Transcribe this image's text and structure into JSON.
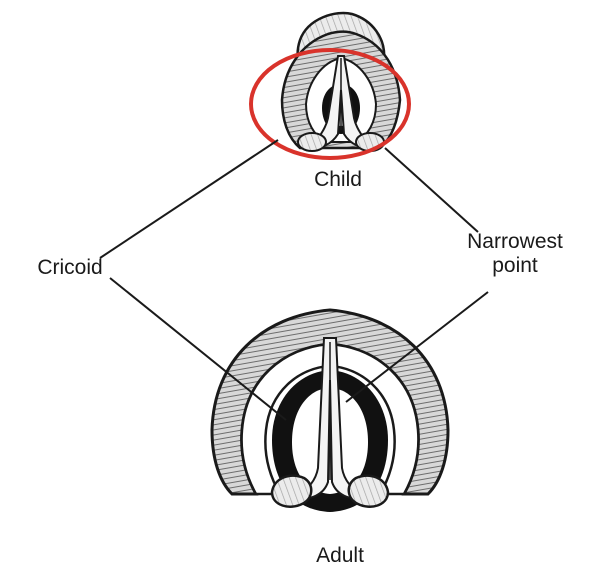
{
  "labels": {
    "child": "Child",
    "cricoid": "Cricoid",
    "narrowest_line1": "Narrowest",
    "narrowest_line2": "point",
    "adult": "Adult"
  },
  "colors": {
    "highlight_ring": "#d9332b",
    "outline": "#1a1a1a",
    "cartilage_shade": "#8c8c8c",
    "cartilage_light": "#d8d8d8"
  }
}
